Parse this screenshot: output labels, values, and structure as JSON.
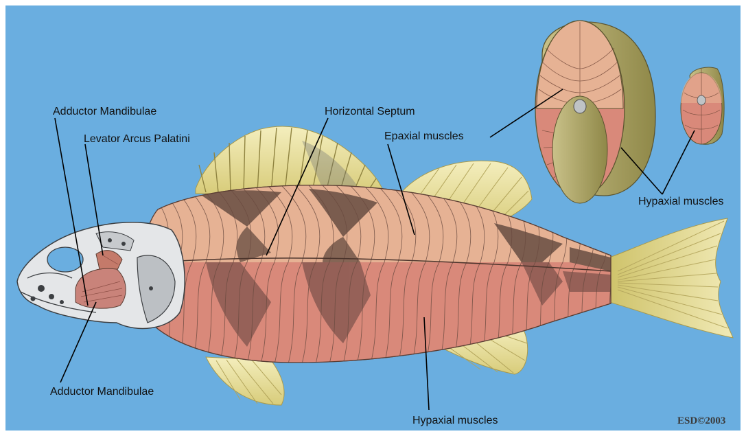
{
  "colors": {
    "background": "#6aaee0",
    "epaxial": "#e6b294",
    "hypaxial": "#d9897a",
    "septum_dark": "#7a5c4e",
    "fin": "#ece3a4",
    "skull": "#e4e6e8"
  },
  "labels": {
    "adductor_mandibulae_upper": "Adductor Mandibulae",
    "levator_arcus_palatini": "Levator Arcus Palatini",
    "horizontal_septum": "Horizontal Septum",
    "epaxial_muscles": "Epaxial muscles",
    "hypaxial_muscles_inset": "Hypaxial muscles",
    "adductor_mandibulae_lower": "Adductor Mandibulae",
    "hypaxial_muscles_bottom": "Hypaxial muscles"
  },
  "credit": "ESD©2003",
  "icons": {
    "fish": "fish-musculature-illustration",
    "large_cross_section": "cross-section-large",
    "small_cross_section": "cross-section-small"
  }
}
